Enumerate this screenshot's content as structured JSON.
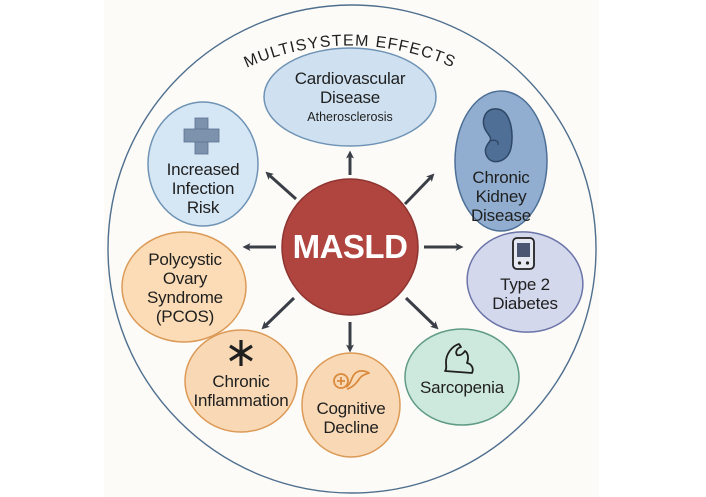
{
  "diagram": {
    "title": "MULTISYSTEM EFFECTS",
    "center": {
      "label": "MASLD",
      "color": "#b0443f",
      "stroke": "#8e3431"
    },
    "outer_ring_color": "#4f6f8f",
    "arrow_color": "#3a3f47",
    "nodes": [
      {
        "id": "cardiovascular",
        "lines": [
          "Cardiovascular",
          "Disease"
        ],
        "sublabel": "Atherosclerosis",
        "icon": "none",
        "fill": "#cfe1f0",
        "stroke": "#6f93b5"
      },
      {
        "id": "kidney",
        "lines": [
          "Chronic",
          "Kidney",
          "Disease"
        ],
        "sublabel": "",
        "icon": "kidney-icon",
        "fill": "#91aed0",
        "stroke": "#4d6f96"
      },
      {
        "id": "diabetes",
        "lines": [
          "Type 2",
          "Diabetes"
        ],
        "sublabel": "",
        "icon": "glucose-meter-icon",
        "fill": "#d4d8ec",
        "stroke": "#6a74a8"
      },
      {
        "id": "sarcopenia",
        "lines": [
          "Sarcopenia"
        ],
        "sublabel": "",
        "icon": "muscle-arm-icon",
        "fill": "#cde8dc",
        "stroke": "#5f9b85"
      },
      {
        "id": "cognitive",
        "lines": [
          "Cognitive",
          "Decline"
        ],
        "sublabel": "",
        "icon": "brain-plus-icon",
        "fill": "#f9d9b5",
        "stroke": "#dc9a57"
      },
      {
        "id": "inflammation",
        "lines": [
          "Chronic",
          "Inflammation"
        ],
        "sublabel": "",
        "icon": "asterisk-icon",
        "fill": "#f9d9b5",
        "stroke": "#dc9a57"
      },
      {
        "id": "pcos",
        "lines": [
          "Polycystic",
          "Ovary",
          "Syndrome",
          "(PCOS)"
        ],
        "sublabel": "",
        "icon": "none",
        "fill": "#fbdcb6",
        "stroke": "#dc9a57"
      },
      {
        "id": "infection",
        "lines": [
          "Increased",
          "Infection",
          "Risk"
        ],
        "sublabel": "",
        "icon": "medical-cross-icon",
        "fill": "#d5e6f4",
        "stroke": "#6f93b5"
      }
    ]
  }
}
